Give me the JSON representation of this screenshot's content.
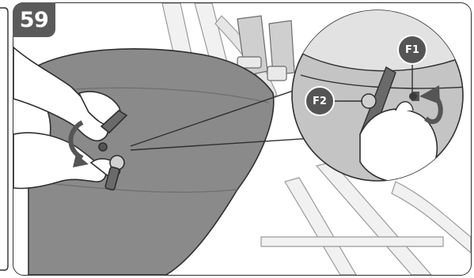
{
  "step": {
    "number": "59"
  },
  "callouts": {
    "f1": "F1",
    "f2": "F2"
  },
  "colors": {
    "badge": "#5a5a5a",
    "line": "#2f2f2f",
    "shade": "#d9d9d9",
    "cushion": "#8a8a8a",
    "zoom_bg": "#b8b8b8"
  }
}
